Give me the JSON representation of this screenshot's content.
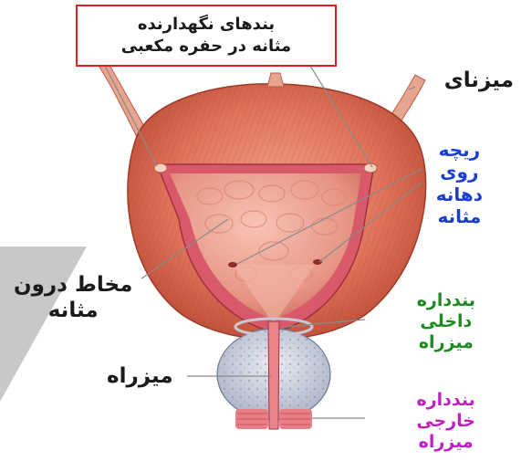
{
  "title_box": {
    "line1": "بندهای نگهدارنده",
    "line2": "مثانه در حفره مکعبی"
  },
  "labels": {
    "ureter": "میزنای",
    "ureteral_orifice": [
      "ریچه",
      "روی",
      "دهانه",
      "مثانه"
    ],
    "mucosa": [
      "مخاط درون",
      "مثانه"
    ],
    "internal_sphincter": [
      "بندداره",
      "داخلی",
      "میزراه"
    ],
    "urethra": "میزراه",
    "external_sphincter": [
      "بندداره",
      "خارجی",
      "میزراه"
    ]
  },
  "colors": {
    "title_border": "#e02020",
    "ureteral_orifice_text": "#1a3fd0",
    "internal_sphincter_text": "#1f8a22",
    "external_sphincter_text": "#c020c0",
    "default_text": "#1a1a1a"
  }
}
